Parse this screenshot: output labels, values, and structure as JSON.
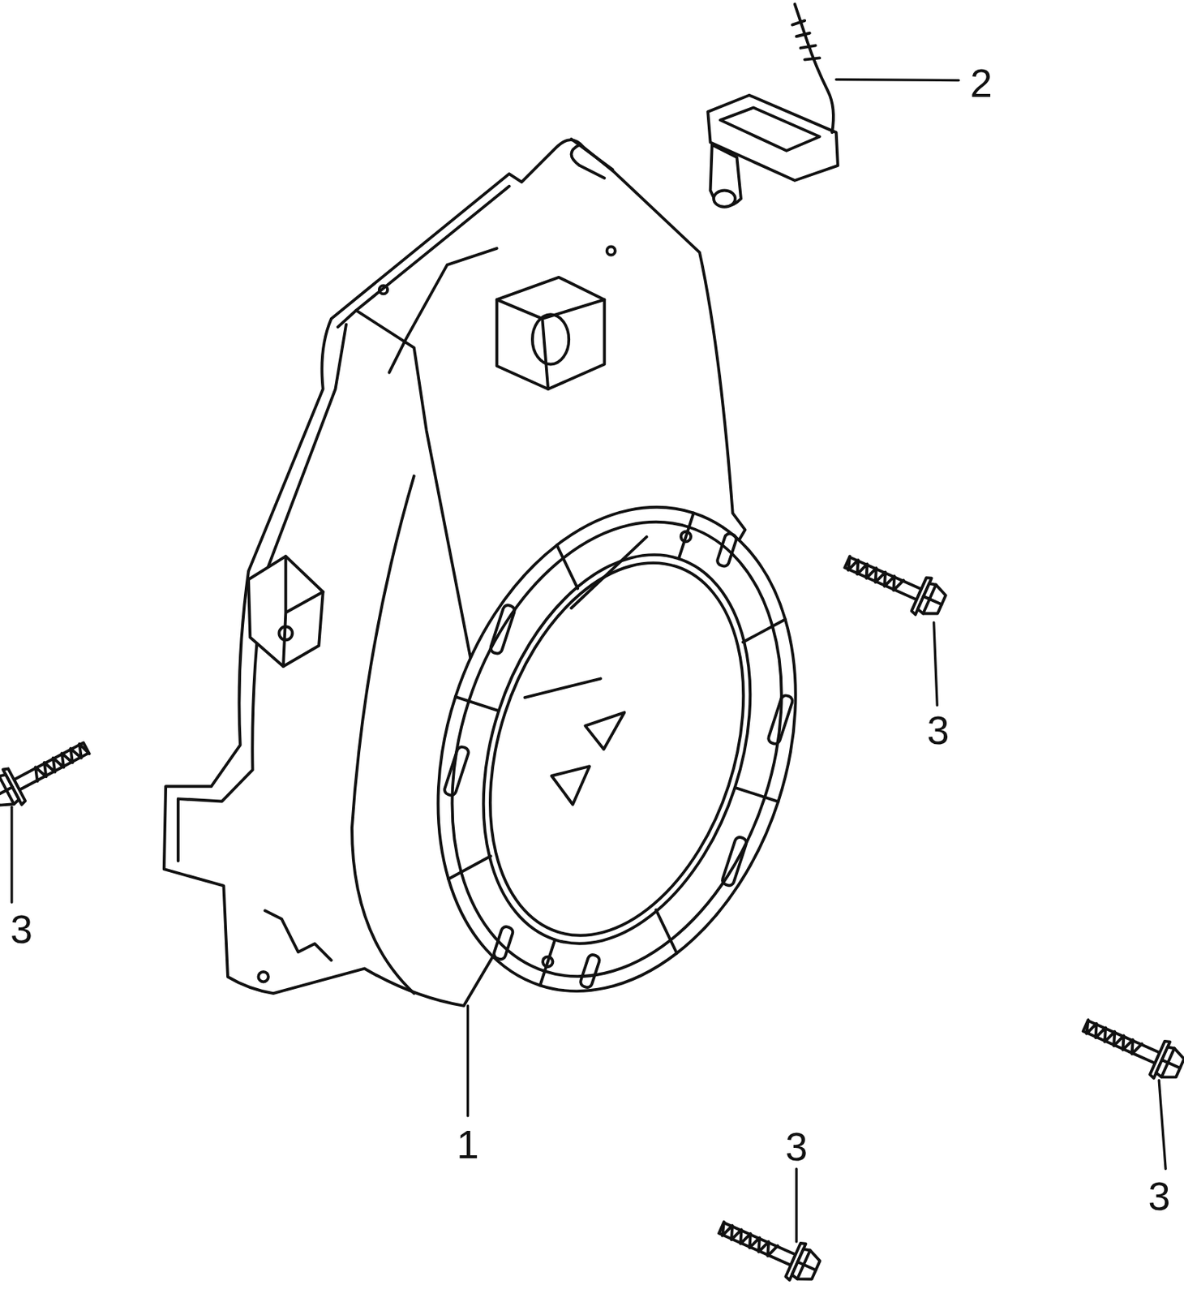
{
  "diagram": {
    "labels": [
      "2",
      "3",
      "3",
      "1",
      "3",
      "3"
    ]
  }
}
